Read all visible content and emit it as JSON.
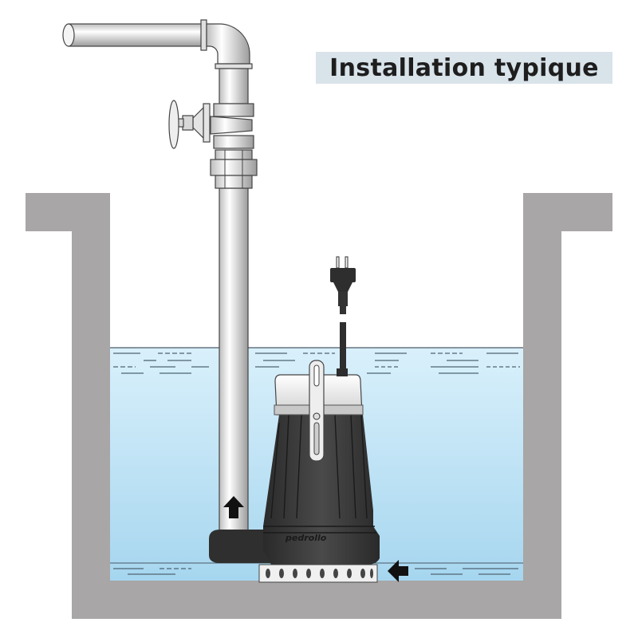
{
  "title": "Installation typique",
  "brand_logo_text": "pedrollo",
  "colors": {
    "title_bg": "#d9e3ea",
    "wall": "#a8a6a6",
    "water_top": "#d6eefa",
    "water_bottom": "#a8d8f0",
    "pump_body": "#3a3a3a",
    "pipe": "#eeeeee"
  },
  "diagram": {
    "elements": [
      {
        "name": "discharge-pipe",
        "label": "Discharge pipe with elbow"
      },
      {
        "name": "gate-valve",
        "label": "Gate valve with handwheel"
      },
      {
        "name": "union-fitting",
        "label": "Pipe union"
      },
      {
        "name": "sump-pit",
        "label": "Concrete sump pit"
      },
      {
        "name": "water",
        "label": "Water level"
      },
      {
        "name": "submersible-pump",
        "label": "Submersible pump"
      },
      {
        "name": "power-plug",
        "label": "Power cable with Schuko plug"
      },
      {
        "name": "flow-arrow-up",
        "label": "Outlet flow direction"
      },
      {
        "name": "flow-arrow-in",
        "label": "Inlet flow direction"
      }
    ]
  }
}
